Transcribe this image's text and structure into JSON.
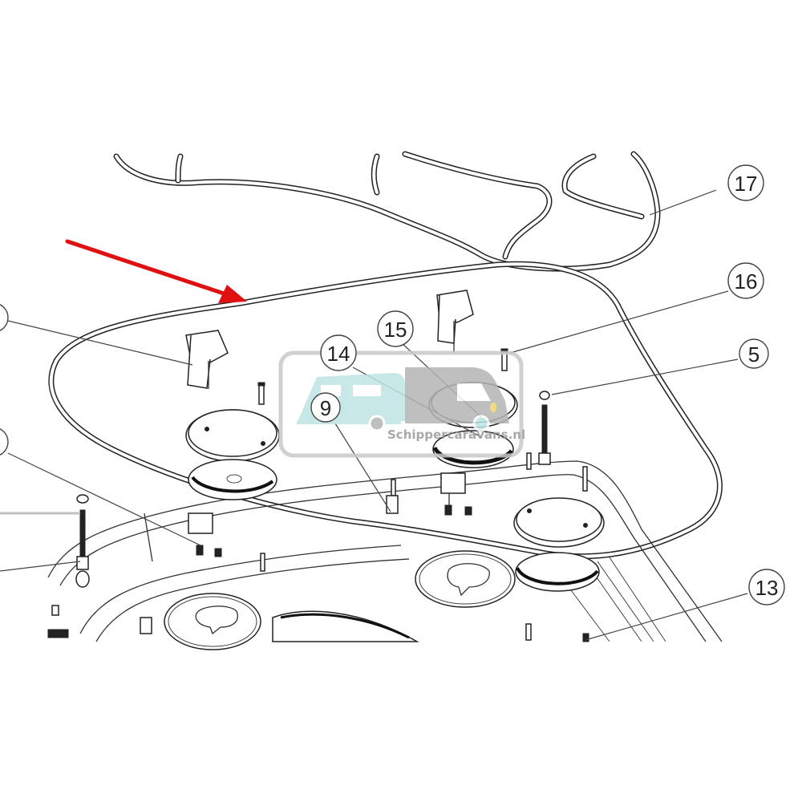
{
  "diagram": {
    "type": "exploded parts diagram",
    "subject": "belt drive assembly with pulleys and tensioners",
    "highlight_arrow": {
      "color": "#e01010",
      "points_to": "main drive belt"
    },
    "callouts": [
      {
        "id": "17",
        "label": "17"
      },
      {
        "id": "16",
        "label": "16"
      },
      {
        "id": "5",
        "label": "5"
      },
      {
        "id": "15",
        "label": "15"
      },
      {
        "id": "14",
        "label": "14"
      },
      {
        "id": "9",
        "label": "9"
      },
      {
        "id": "13",
        "label": "13"
      },
      {
        "id": "left-top",
        "label": ""
      },
      {
        "id": "left-mid",
        "label": ""
      }
    ]
  },
  "watermark": {
    "text": "Schippercaravans.nl",
    "caravan_color": "#bfe3e3",
    "camper_color": "#b5b5b5",
    "frame_color": "#c8c8c8",
    "light_color": "#f2d76b"
  }
}
